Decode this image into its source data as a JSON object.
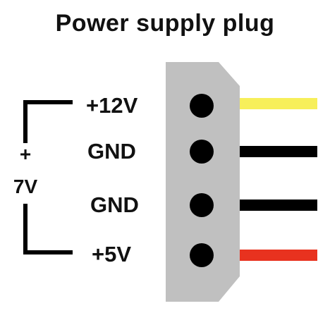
{
  "title": "Power supply plug",
  "pins": [
    {
      "label": "+12V",
      "wire_color": "#f7ef5a"
    },
    {
      "label": "GND",
      "wire_color": "#000000"
    },
    {
      "label": "GND",
      "wire_color": "#000000"
    },
    {
      "label": "+5V",
      "wire_color": "#e8321f"
    }
  ],
  "bracket": {
    "plus": "+",
    "voltage": "7V"
  },
  "connector_color": "#c0c0c0"
}
